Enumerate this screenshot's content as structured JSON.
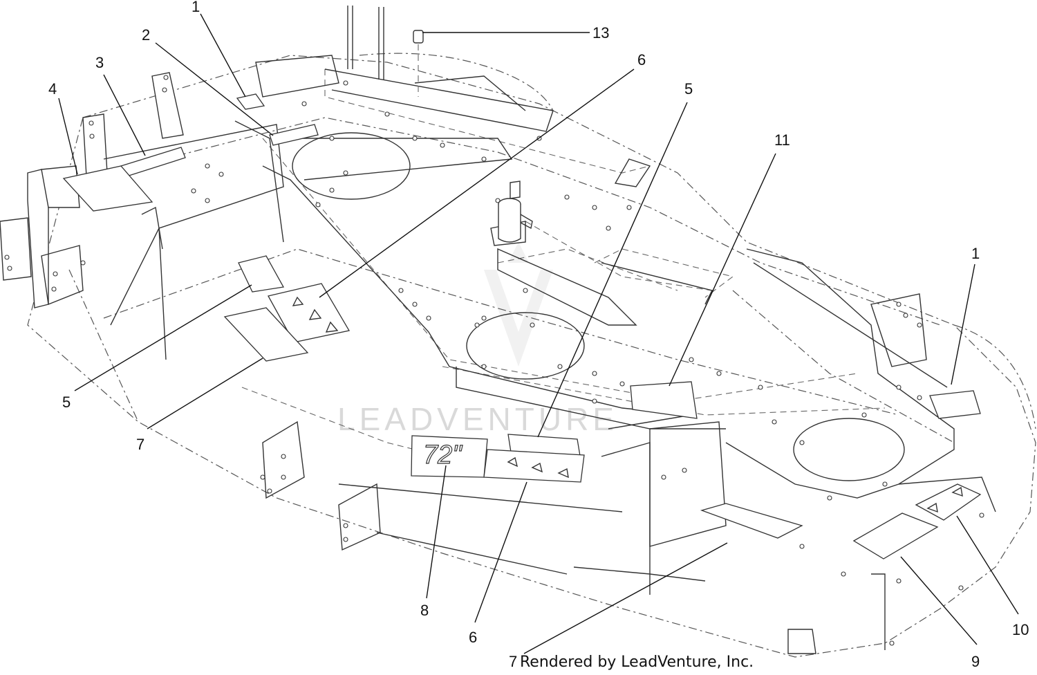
{
  "diagram": {
    "callouts": [
      "1",
      "2",
      "3",
      "4",
      "5",
      "6",
      "7",
      "8",
      "9",
      "10",
      "11",
      "13"
    ],
    "decal_text": "72\"",
    "watermark": "LEADVENTURE",
    "credit": "Rendered by LeadVenture, Inc."
  }
}
